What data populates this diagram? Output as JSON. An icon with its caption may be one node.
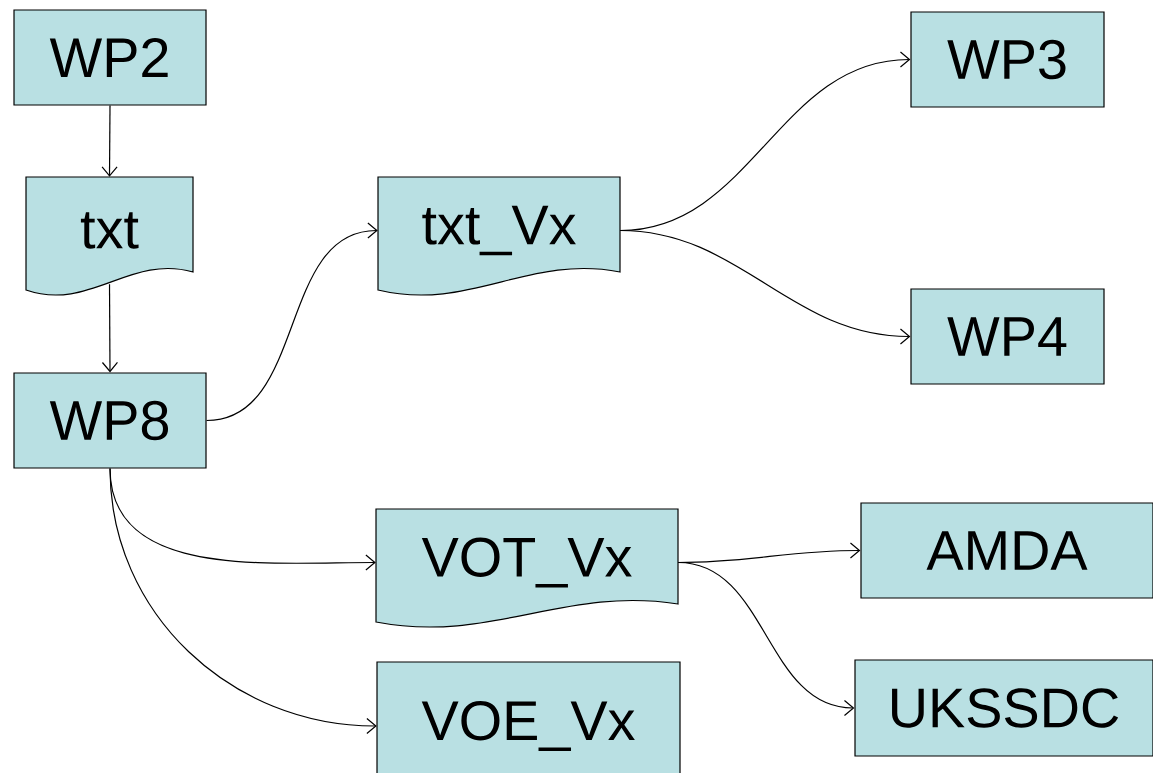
{
  "diagram": {
    "nodes": [
      {
        "text": [
          "WP2"
        ]
      },
      {
        "text": [
          "txt"
        ]
      },
      {
        "text": [
          "WP8"
        ]
      },
      {
        "text": [
          "txt_Vx"
        ]
      },
      {
        "text": [
          "WP3"
        ]
      },
      {
        "text": [
          "WP4"
        ]
      },
      {
        "text": [
          "VOT_Vx"
        ]
      },
      {
        "text": [
          "AMDA"
        ]
      },
      {
        "text": [
          "VOE_Vx"
        ]
      },
      {
        "text": [
          "UKSSDC"
        ]
      }
    ],
    "edges": [
      {
        "from": 0,
        "to": 1,
        "arrow": "to"
      },
      {
        "from": 1,
        "to": 2,
        "arrow": "to"
      },
      {
        "from": 2,
        "to": 3,
        "arrow": "to"
      },
      {
        "from": 3,
        "to": 4,
        "arrow": "to"
      },
      {
        "from": 3,
        "to": 5,
        "arrow": "to"
      },
      {
        "from": 2,
        "to": 6,
        "arrow": "to"
      },
      {
        "from": 2,
        "to": 8,
        "arrow": "to"
      },
      {
        "from": 6,
        "to": 7,
        "arrow": "to"
      },
      {
        "from": 6,
        "to": 9,
        "arrow": "to"
      }
    ]
  }
}
